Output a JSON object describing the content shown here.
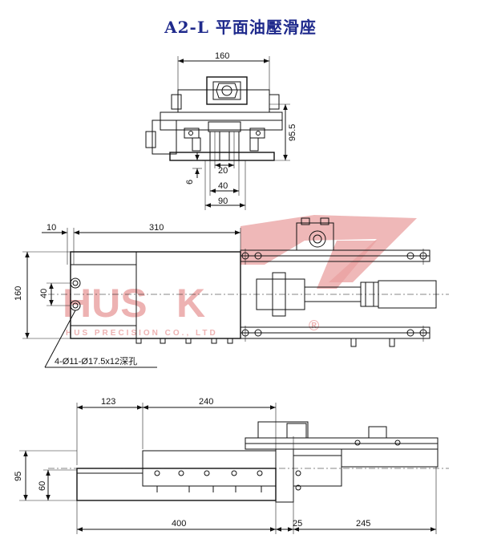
{
  "title": "A2-L  平面油壓滑座",
  "title_color": "#1f2a8c",
  "top_view": {
    "dim_width": "160",
    "dim_height": "95.5",
    "dim_gap": "20",
    "dim_offset": "6",
    "dim_inner": "40",
    "dim_base": "90"
  },
  "middle_view": {
    "dim_left": "10",
    "dim_length": "310",
    "dim_height": "160",
    "dim_hole_spacing": "40",
    "hole_callout": "4-Ø11-Ø17.5x12深孔"
  },
  "bottom_view": {
    "dim_offset": "123",
    "dim_table": "240",
    "dim_height": "95",
    "dim_center": "60",
    "dim_total": "400",
    "dim_gap": "25",
    "dim_ext": "245"
  },
  "watermark": {
    "brand": "HUS",
    "registered": "®",
    "company": "HUS PRECISION CO., LTD",
    "color": "#e9a0a0"
  }
}
